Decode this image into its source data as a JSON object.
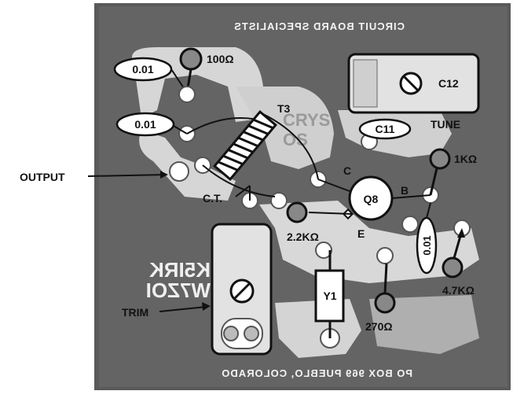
{
  "board": {
    "top_mirror_text": "CIRCUIT BOARD SPECIALISTS",
    "bottom_mirror_text": "PO BOX 969   PUEBLO, COLORADO",
    "callsign_1": "K5IRK",
    "callsign_2": "W7ZOI",
    "ghost_text_1": "CRYS",
    "ghost_text_2": "OS"
  },
  "labels": {
    "c1": "0.01",
    "c2": "0.01",
    "r100": "100Ω",
    "t3": "T3",
    "ct": "C.T.",
    "output": "OUTPUT",
    "c12": "C12",
    "c11": "C11",
    "tune": "TUNE",
    "r1k": "1KΩ",
    "q8": "Q8",
    "c": "C",
    "b": "B",
    "e": "E",
    "r22k": "2.2KΩ",
    "c3": "0.01",
    "r47k": "4.7KΩ",
    "y1": "Y1",
    "r270": "270Ω",
    "trim": "TRIM"
  }
}
